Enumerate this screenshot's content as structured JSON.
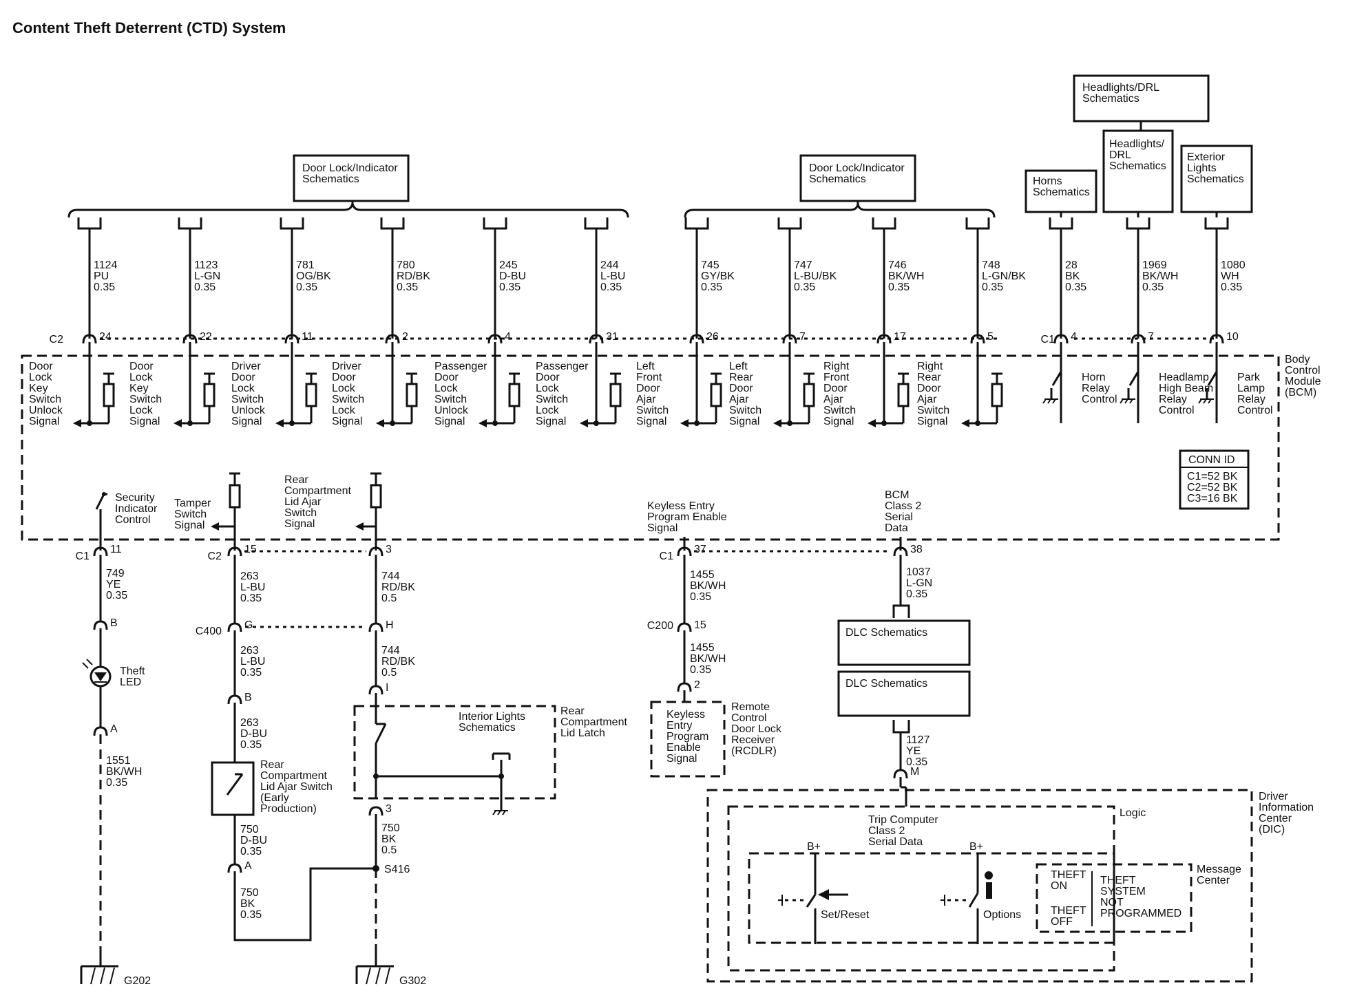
{
  "title": "Content Theft Deterrent (CTD) System",
  "ref_boxes": [
    {
      "lines": [
        "Door Lock/Indicator",
        "Schematics"
      ]
    },
    {
      "lines": [
        "Door Lock/Indicator",
        "Schematics"
      ]
    },
    {
      "lines": [
        "Headlights/DRL",
        "Schematics"
      ]
    },
    {
      "lines": [
        "Horns",
        "Schematics"
      ]
    },
    {
      "lines": [
        "Headlights/",
        "DRL",
        "Schematics"
      ]
    },
    {
      "lines": [
        "Exterior",
        "Lights",
        "Schematics"
      ]
    },
    {
      "lines": [
        "DLC Schematics"
      ]
    },
    {
      "lines": [
        "DLC Schematics"
      ]
    },
    {
      "lines": [
        "Interior Lights",
        "Schematics"
      ]
    }
  ],
  "top_wires": [
    {
      "circuit": "1124",
      "color": "PU",
      "gauge": "0.35",
      "pin": "24",
      "label": [
        "Door",
        "Lock",
        "Key",
        "Switch",
        "Unlock",
        "Signal"
      ]
    },
    {
      "circuit": "1123",
      "color": "L-GN",
      "gauge": "0.35",
      "pin": "22",
      "label": [
        "Door",
        "Lock",
        "Key",
        "Switch",
        "Lock",
        "Signal"
      ]
    },
    {
      "circuit": "781",
      "color": "OG/BK",
      "gauge": "0.35",
      "pin": "11",
      "label": [
        "Driver",
        "Door",
        "Lock",
        "Switch",
        "Unlock",
        "Signal"
      ]
    },
    {
      "circuit": "780",
      "color": "RD/BK",
      "gauge": "0.35",
      "pin": "2",
      "label": [
        "Driver",
        "Door",
        "Lock",
        "Switch",
        "Lock",
        "Signal"
      ]
    },
    {
      "circuit": "245",
      "color": "D-BU",
      "gauge": "0.35",
      "pin": "4",
      "label": [
        "Passenger",
        "Door",
        "Lock",
        "Switch",
        "Unlock",
        "Signal"
      ]
    },
    {
      "circuit": "244",
      "color": "L-BU",
      "gauge": "0.35",
      "pin": "31",
      "label": [
        "Passenger",
        "Door",
        "Lock",
        "Switch",
        "Lock",
        "Signal"
      ]
    },
    {
      "circuit": "745",
      "color": "GY/BK",
      "gauge": "0.35",
      "pin": "26",
      "label": [
        "Left",
        "Front",
        "Door",
        "Ajar",
        "Switch",
        "Signal"
      ]
    },
    {
      "circuit": "747",
      "color": "L-BU/BK",
      "gauge": "0.35",
      "pin": "7",
      "label": [
        "Left",
        "Rear",
        "Door",
        "Ajar",
        "Switch",
        "Signal"
      ]
    },
    {
      "circuit": "746",
      "color": "BK/WH",
      "gauge": "0.35",
      "pin": "17",
      "label": [
        "Right",
        "Front",
        "Door",
        "Ajar",
        "Switch",
        "Signal"
      ]
    },
    {
      "circuit": "748",
      "color": "L-GN/BK",
      "gauge": "0.35",
      "pin": "5",
      "label": [
        "Right",
        "Rear",
        "Door",
        "Ajar",
        "Switch",
        "Signal"
      ]
    },
    {
      "circuit": "28",
      "color": "BK",
      "gauge": "0.35",
      "pin": "4",
      "label": [
        "Horn",
        "Relay",
        "Control"
      ]
    },
    {
      "circuit": "1969",
      "color": "BK/WH",
      "gauge": "0.35",
      "pin": "7",
      "label": [
        "Headlamp",
        "High Beam",
        "Relay",
        "Control"
      ]
    },
    {
      "circuit": "1080",
      "color": "WH",
      "gauge": "0.35",
      "pin": "10",
      "label": [
        "Park",
        "Lamp",
        "Relay",
        "Control"
      ]
    }
  ],
  "connectors": {
    "c2_top": "C2",
    "c1_top": "C1",
    "c1_bottom": "C1",
    "c2_bottom": "C2",
    "c1_mid": "C1",
    "c400": "C400",
    "c200": "C200"
  },
  "bcm_label": [
    "Body",
    "Control",
    "Module",
    "(BCM)"
  ],
  "conn_id": {
    "title": "CONN ID",
    "lines": [
      "C1=52 BK",
      "C2=52 BK",
      "C3=16 BK"
    ]
  },
  "bcm_inner": {
    "security": [
      "Security",
      "Indicator",
      "Control"
    ],
    "tamper": [
      "Tamper",
      "Switch",
      "Signal"
    ],
    "rear_ajar": [
      "Rear",
      "Compartment",
      "Lid Ajar",
      "Switch",
      "Signal"
    ],
    "keyless": [
      "Keyless Entry",
      "Program Enable",
      "Signal"
    ],
    "bcm_serial": [
      "BCM",
      "Class 2",
      "Serial",
      "Data"
    ]
  },
  "lower": {
    "w749": {
      "pin": "11",
      "circuit": "749",
      "color": "YE",
      "gauge": "0.35"
    },
    "pinB_led": "B",
    "led_label": [
      "Theft",
      "LED"
    ],
    "pinA_led": "A",
    "w1551": {
      "circuit": "1551",
      "color": "BK/WH",
      "gauge": "0.35"
    },
    "g202": "G202",
    "w263a": {
      "pin": "15",
      "circuit": "263",
      "color": "L-BU",
      "gauge": "0.35"
    },
    "c400_pinG": "G",
    "w263b": {
      "circuit": "263",
      "color": "L-BU",
      "gauge": "0.35"
    },
    "pinB2": "B",
    "w263c": {
      "circuit": "263",
      "color": "D-BU",
      "gauge": "0.35"
    },
    "early_switch": [
      "Rear",
      "Compartment",
      "Lid Ajar Switch",
      "(Early",
      "Production)"
    ],
    "w750a": {
      "circuit": "750",
      "color": "D-BU",
      "gauge": "0.35"
    },
    "pinA2": "A",
    "w750b": {
      "circuit": "750",
      "color": "BK",
      "gauge": "0.35"
    },
    "w744a": {
      "pin": "3",
      "circuit": "744",
      "color": "RD/BK",
      "gauge": "0.5"
    },
    "c400_pinH": "H",
    "w744b": {
      "circuit": "744",
      "color": "RD/BK",
      "gauge": "0.5"
    },
    "pinI": "I",
    "latch": [
      "Rear",
      "Compartment",
      "Lid Latch"
    ],
    "pin3b": "3",
    "w750c": {
      "circuit": "750",
      "color": "BK",
      "gauge": "0.5"
    },
    "s416": "S416",
    "g302": "G302",
    "w1455a": {
      "pin": "37",
      "circuit": "1455",
      "color": "BK/WH",
      "gauge": "0.35"
    },
    "c200_pin": "15",
    "w1455b": {
      "circuit": "1455",
      "color": "BK/WH",
      "gauge": "0.35"
    },
    "rcdlr_pin": "2",
    "rcdlr_inner": [
      "Keyless",
      "Entry",
      "Program",
      "Enable",
      "Signal"
    ],
    "rcdlr_label": [
      "Remote",
      "Control",
      "Door Lock",
      "Receiver",
      "(RCDLR)"
    ],
    "w1037": {
      "pin": "38",
      "circuit": "1037",
      "color": "L-GN",
      "gauge": "0.35"
    },
    "w1127": {
      "circuit": "1127",
      "color": "YE",
      "gauge": "0.35",
      "pin": "M"
    },
    "dic_label": [
      "Driver",
      "Information",
      "Center",
      "(DIC)"
    ],
    "logic": "Logic",
    "trip": [
      "Trip Computer",
      "Class 2",
      "Serial Data"
    ],
    "bplus1": "B+",
    "bplus2": "B+",
    "set_reset": "Set/Reset",
    "options": "Options",
    "message_center": [
      "Message",
      "Center"
    ],
    "theft_on": [
      "THEFT",
      "ON"
    ],
    "theft_off": [
      "THEFT",
      "OFF"
    ],
    "theft_msg": [
      "THEFT",
      "SYSTEM",
      "NOT",
      "PROGRAMMED"
    ]
  }
}
